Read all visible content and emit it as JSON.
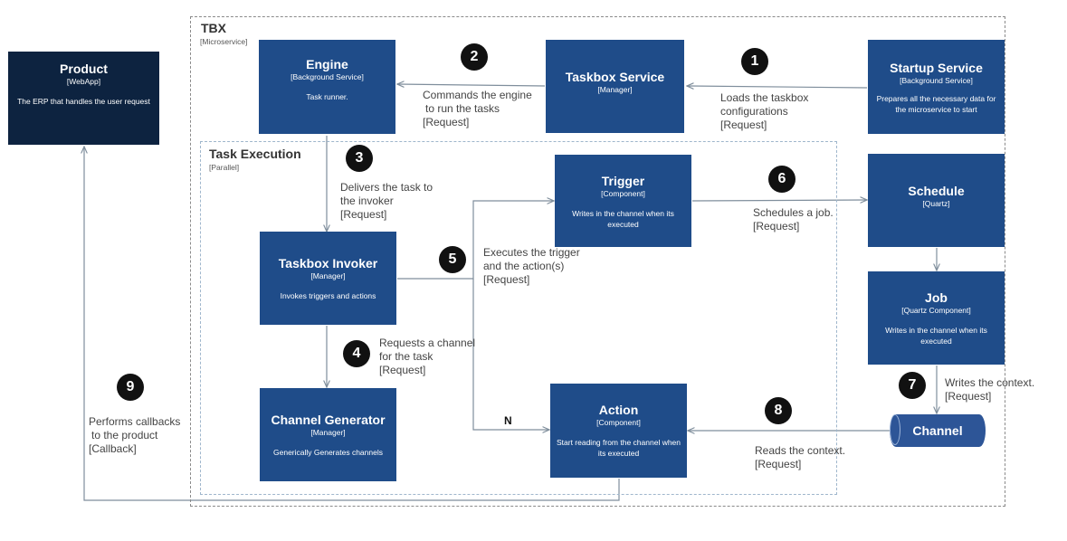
{
  "boundaries": {
    "tbx": {
      "title": "TBX",
      "tag": "[Microservice]"
    },
    "task_execution": {
      "title": "Task Execution",
      "tag": "[Parallel]"
    }
  },
  "nodes": {
    "product": {
      "title": "Product",
      "type": "[WebApp]",
      "desc": "The ERP that handles the user request"
    },
    "engine": {
      "title": "Engine",
      "type": "[Background Service]",
      "desc": "Task runner."
    },
    "taskbox_service": {
      "title": "Taskbox Service",
      "type": "[Manager]",
      "desc": ""
    },
    "startup_service": {
      "title": "Startup Service",
      "type": "[Background Service]",
      "desc": "Prepares all the necessary data for the microservice to start"
    },
    "trigger": {
      "title": "Trigger",
      "type": "[Component]",
      "desc": "Writes in the channel when its executed"
    },
    "schedule": {
      "title": "Schedule",
      "type": "[Quartz]",
      "desc": ""
    },
    "taskbox_invoker": {
      "title": "Taskbox Invoker",
      "type": "[Manager]",
      "desc": "Invokes triggers and actions"
    },
    "job": {
      "title": "Job",
      "type": "[Quartz Component]",
      "desc": "Writes in the channel when its executed"
    },
    "channel_generator": {
      "title": "Channel Generator",
      "type": "[Manager]",
      "desc": "Generically Generates channels"
    },
    "action": {
      "title": "Action",
      "type": "[Component]",
      "desc": "Start reading from the channel when its executed"
    },
    "channel": {
      "title": "Channel"
    }
  },
  "steps": [
    "1",
    "2",
    "3",
    "4",
    "5",
    "6",
    "7",
    "8",
    "9"
  ],
  "edges": {
    "e1": [
      "Loads the taskbox",
      "configurations",
      "[Request]"
    ],
    "e2": [
      "Commands the engine",
      "to run the tasks",
      "[Request]"
    ],
    "e3": [
      "Delivers the task to",
      "the  invoker",
      "[Request]"
    ],
    "e4": [
      "Requests a channel",
      "for the task",
      "[Request]"
    ],
    "e5": [
      "Executes the trigger",
      "and the action(s)",
      "[Request]"
    ],
    "e6": [
      "Schedules a job.",
      "[Request]"
    ],
    "e7": [
      "Writes the context.",
      "[Request]"
    ],
    "e8": [
      "Reads the context.",
      "[Request]"
    ],
    "e9": [
      "Performs callbacks",
      "to the product",
      "[Callback]"
    ]
  },
  "multiplicity": "N",
  "colors": {
    "box": "#1f4c89",
    "box_dark": "#0d2340",
    "channel": "#2d5597",
    "badge": "#111111",
    "line": "#7f8e9c"
  }
}
